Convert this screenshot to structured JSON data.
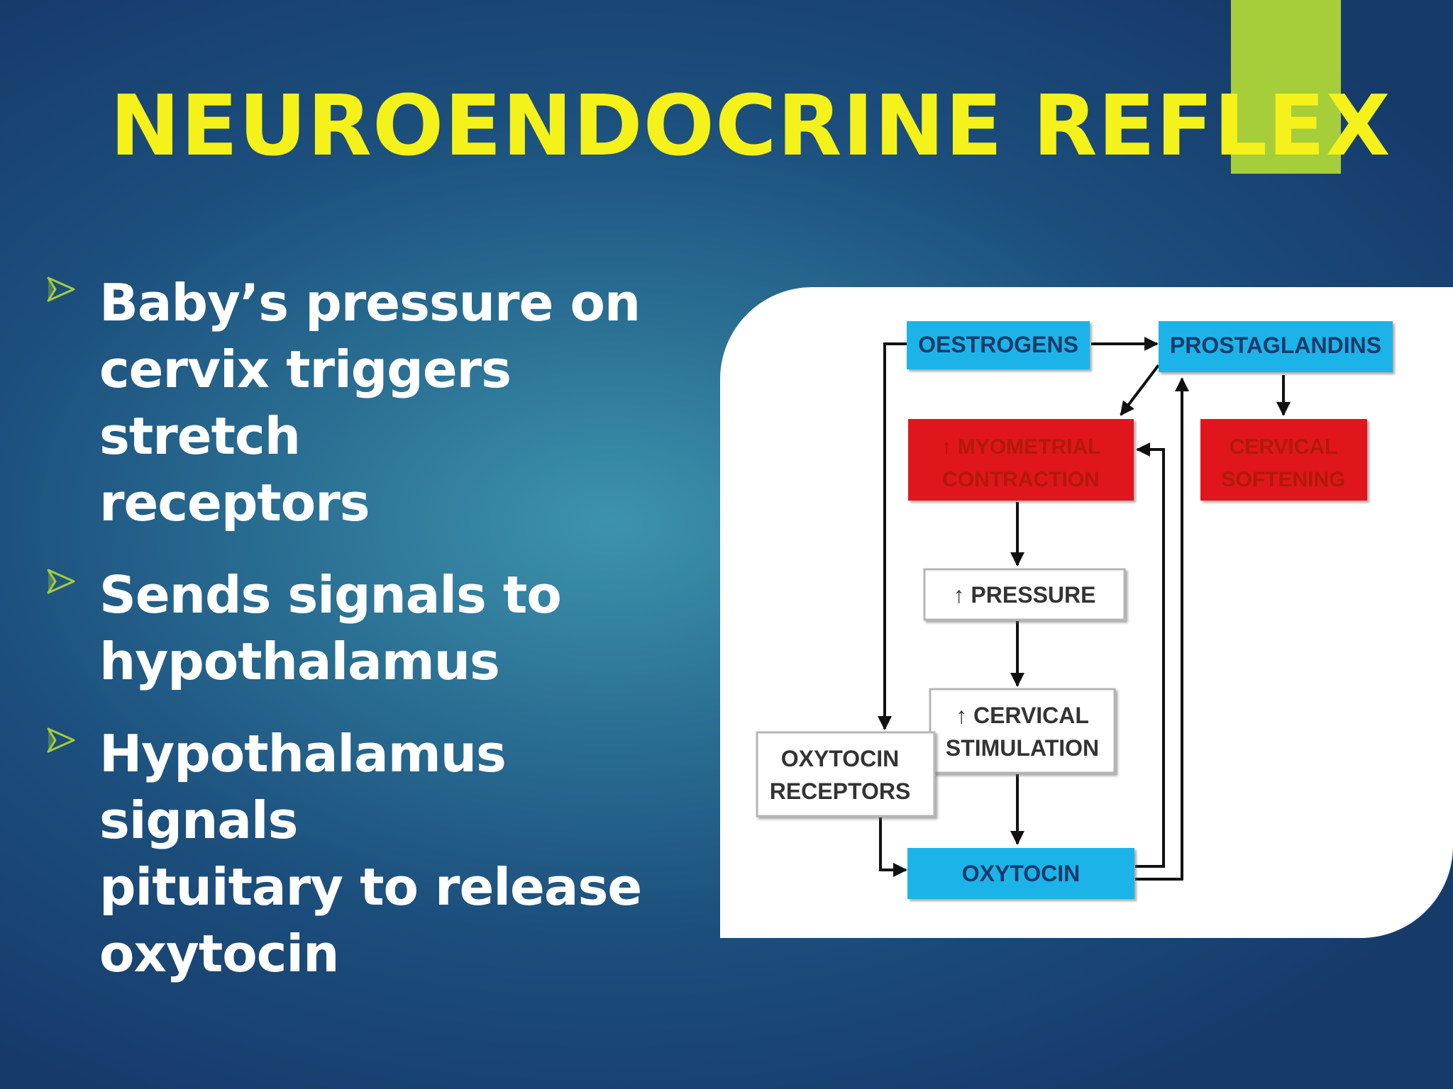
{
  "slide": {
    "title": "NEUROENDOCRINE REFLEX",
    "accent_color": "#a6cd3a",
    "title_color": "#f4f21a",
    "bullet_icon": "arrowhead-bullet-icon",
    "bullets": [
      {
        "lines": [
          "Baby’s pressure on",
          "cervix triggers stretch",
          "receptors"
        ]
      },
      {
        "lines": [
          "Sends signals to",
          "hypothalamus"
        ]
      },
      {
        "lines": [
          "Hypothalamus signals",
          "pituitary to release",
          "oxytocin"
        ]
      }
    ]
  },
  "diagram": {
    "colors": {
      "blue_box": "#1fb4e8",
      "red_box": "#e0191c",
      "white_box": "#ffffff",
      "blue_text": "#1a3a6a",
      "red_text": "#b01a0a",
      "white_text": "#333333"
    },
    "nodes": {
      "oestrogens": {
        "lines": [
          "OESTROGENS"
        ]
      },
      "prostaglandins": {
        "lines": [
          "PROSTAGLANDINS"
        ]
      },
      "myometrial": {
        "lines": [
          "↑ MYOMETRIAL",
          "CONTRACTION"
        ]
      },
      "cervical_softening": {
        "lines": [
          "CERVICAL",
          "SOFTENING"
        ]
      },
      "pressure": {
        "lines": [
          "↑ PRESSURE"
        ]
      },
      "cervical_stimulation": {
        "lines": [
          "↑ CERVICAL",
          "STIMULATION"
        ]
      },
      "oxytocin_receptors": {
        "lines": [
          "OXYTOCIN",
          "RECEPTORS"
        ]
      },
      "oxytocin": {
        "lines": [
          "OXYTOCIN"
        ]
      }
    }
  }
}
